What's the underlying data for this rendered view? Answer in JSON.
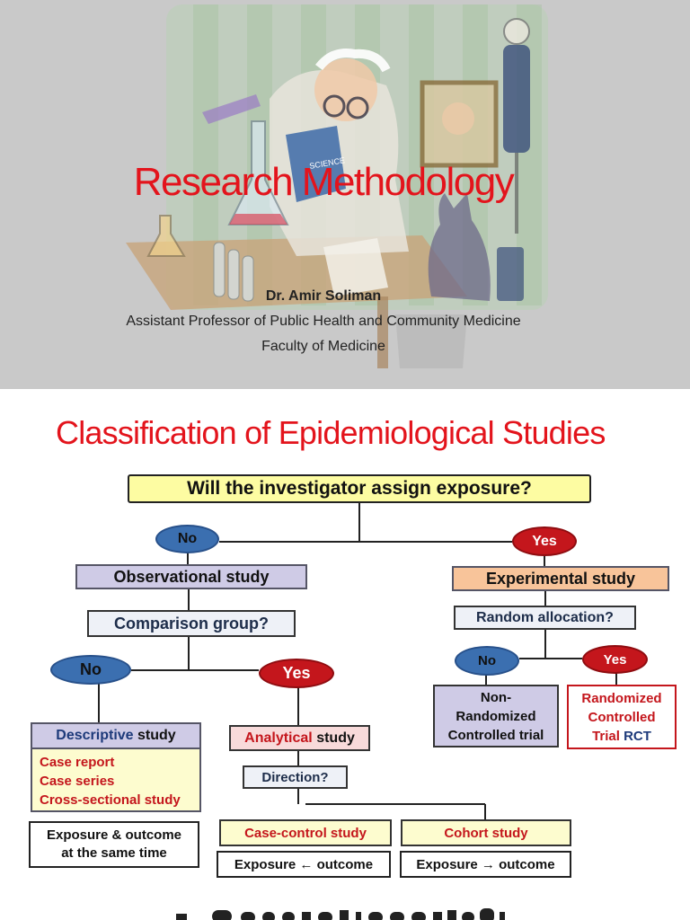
{
  "slide1": {
    "title": "Research Methodology",
    "author": "Dr. Amir Soliman",
    "position": "Assistant Professor of Public Health and Community Medicine",
    "faculty": "Faculty of Medicine",
    "book_cover_text": "SCIENCE"
  },
  "slide2": {
    "title": "Classification of Epidemiological Studies",
    "question_assign": "Will the investigator assign exposure?",
    "no1": "No",
    "yes1": "Yes",
    "observational": "Observational study",
    "experimental": "Experimental study",
    "comparison_group": "Comparison group?",
    "random_allocation": "Random allocation?",
    "no2": "No",
    "yes2": "Yes",
    "no3": "No",
    "yes3": "Yes",
    "descriptive_word": "Descriptive",
    "study_word": "study",
    "analytical_word": "Analytical",
    "descriptive_items": [
      "Case report",
      "Case series",
      "Cross-sectional study"
    ],
    "exposure_same_line1": "Exposure & outcome",
    "exposure_same_line2": "at the same time",
    "direction": "Direction?",
    "case_control": "Case-control study",
    "cohort": "Cohort study",
    "exposure_outcome_left": "Exposure ← outcome",
    "exposure_outcome_right": "Exposure → outcome",
    "nrct_line1": "Non-",
    "nrct_line2": "Randomized",
    "nrct_line3": "Controlled trial",
    "rct_line1": "Randomized",
    "rct_line2": "Controlled",
    "rct_trial_word": "Trial",
    "rct_abbrev": "RCT"
  },
  "colors": {
    "title_red": "#e3141c",
    "question_yellow": "#fdfca2",
    "lavender": "#cfcbe6",
    "orange": "#f8c49a",
    "no_blue": "#3b6fb0",
    "yes_red": "#c4161c"
  }
}
